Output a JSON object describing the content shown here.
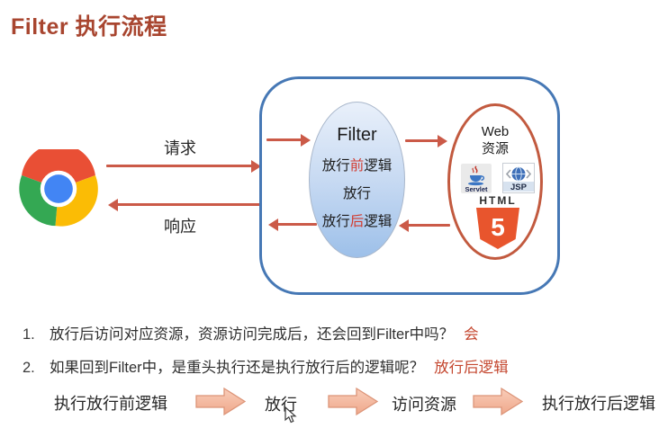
{
  "title": "Filter 执行流程",
  "client": {
    "request_label": "请求",
    "response_label": "响应"
  },
  "filter_node": {
    "title": "Filter",
    "line1_pre": "放行",
    "line1_red": "前",
    "line1_post": "逻辑",
    "line2": "放行",
    "line3_pre": "放行",
    "line3_red": "后",
    "line3_post": "逻辑"
  },
  "web_node": {
    "title_line1": "Web",
    "title_line2": "资源",
    "servlet_label": "Servlet",
    "jsp_label": "JSP",
    "html_label": "HTML",
    "html5_digit": "5"
  },
  "qa_list": [
    {
      "num": "1.",
      "question": "放行后访问对应资源，资源访问完成后，还会回到Filter中吗？",
      "answer": "会"
    },
    {
      "num": "2.",
      "question": "如果回到Filter中，是重头执行还是执行放行后的逻辑呢？",
      "answer": "放行后逻辑"
    }
  ],
  "flow_steps": [
    "执行放行前逻辑",
    "放行",
    "访问资源",
    "执行放行后逻辑"
  ],
  "colors": {
    "title": "#a8452f",
    "accent_red": "#c4462e",
    "thin_arrow": "#cb5a48",
    "box_border": "#4678b5",
    "web_border": "#c25a3f",
    "filter_fill_top": "#e9f0fa",
    "filter_fill_bottom": "#9dc0e9",
    "block_arrow_fill_top": "#f9cdb9",
    "block_arrow_fill_bottom": "#efa88b",
    "block_arrow_border": "#dc9478",
    "html5_orange": "#e8552d",
    "chrome_red": "#e94f35",
    "chrome_yellow": "#fbbc05",
    "chrome_green": "#34a853",
    "chrome_blue": "#4285f4"
  }
}
